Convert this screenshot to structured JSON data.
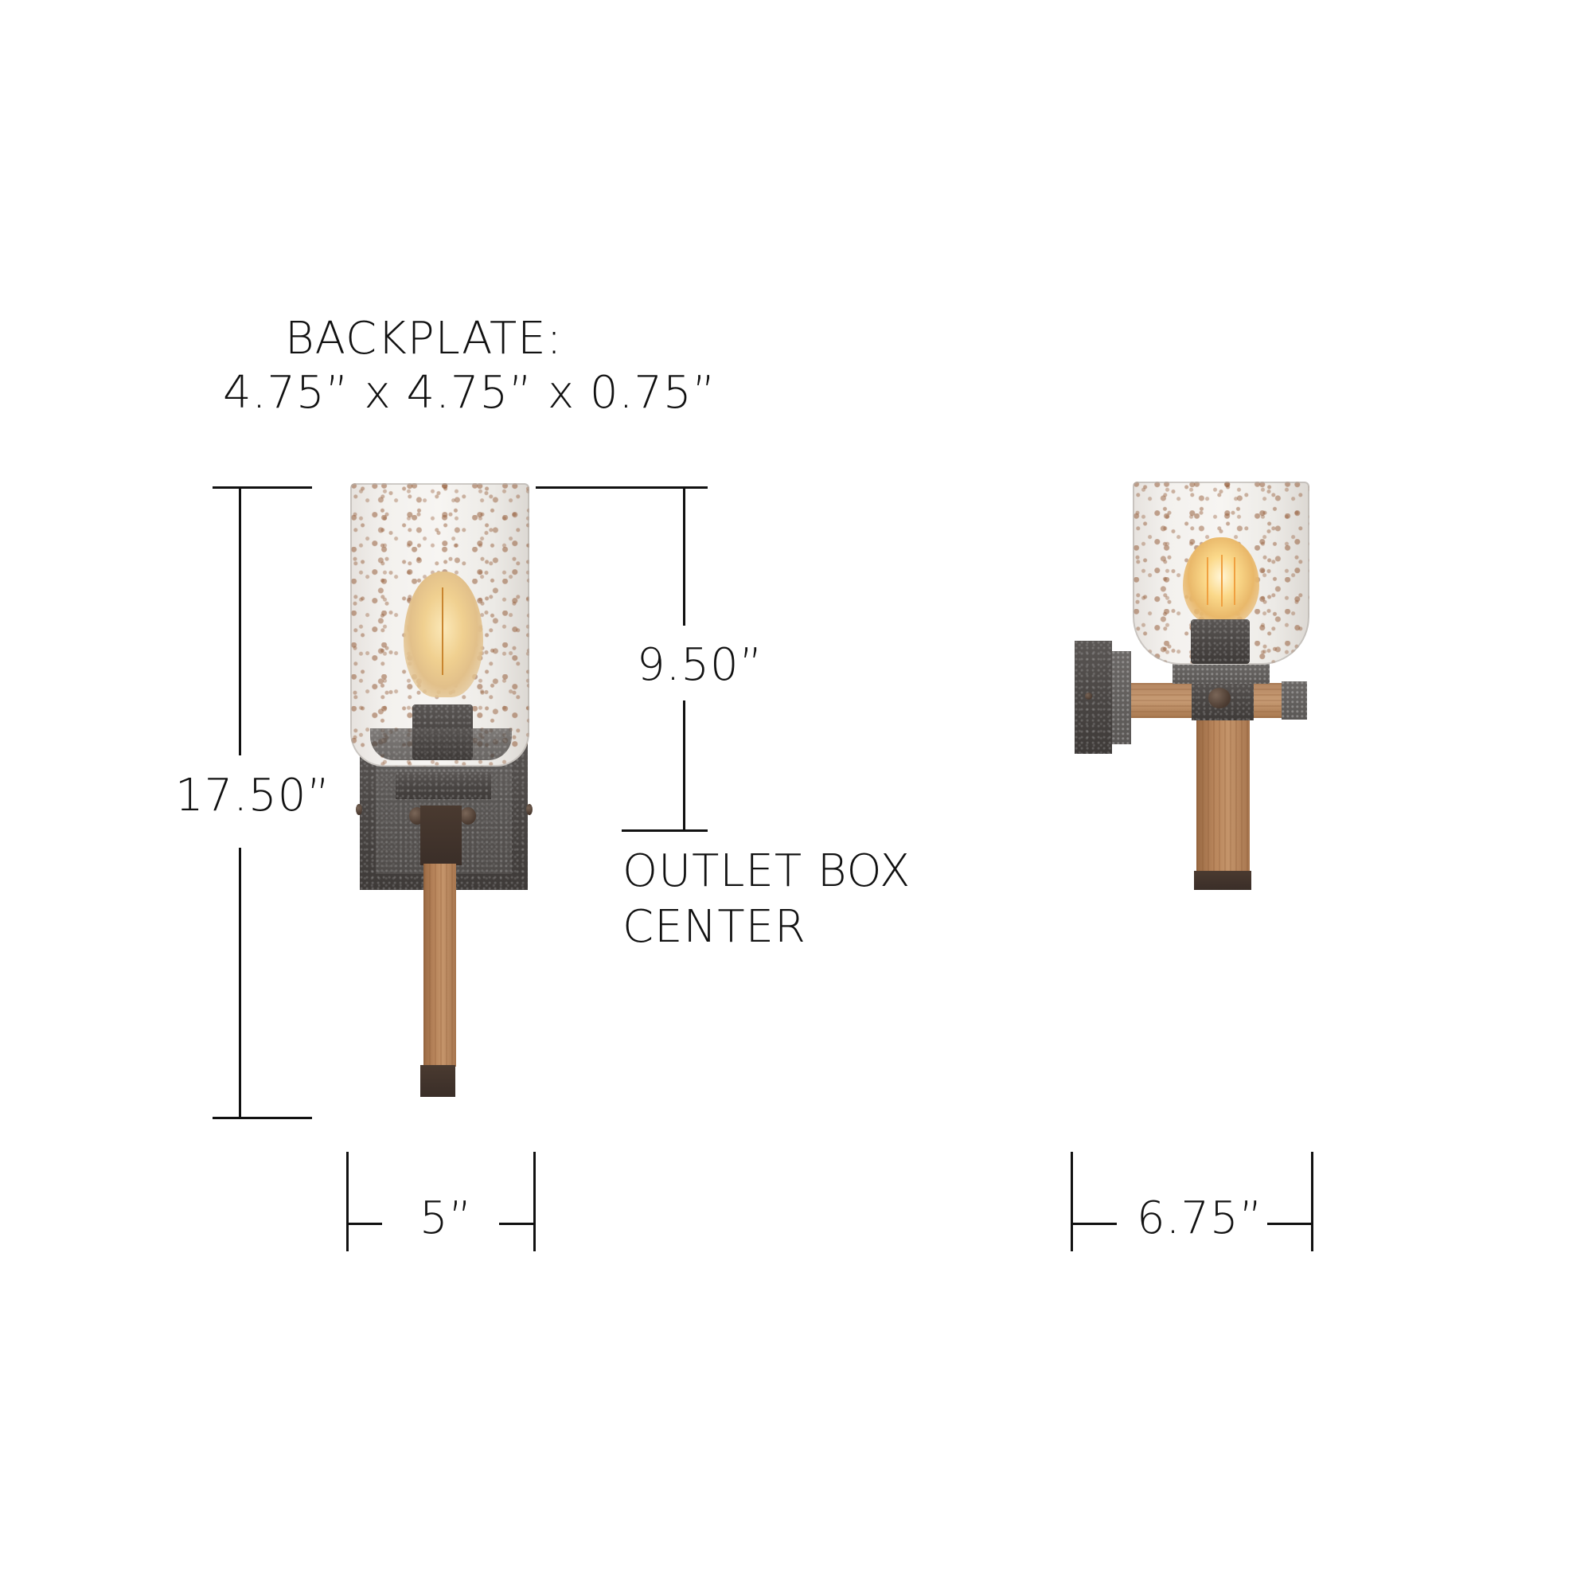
{
  "backplate": {
    "label": "BACKPLATE:",
    "dimensions": "4.75” x 4.75” x 0.75”"
  },
  "dimensions": {
    "overall_height": "17.50”",
    "outlet_to_top": "9.50”",
    "outlet_label_line1": "OUTLET BOX",
    "outlet_label_line2": "CENTER",
    "width": "5”",
    "extension": "6.75”"
  },
  "views": [
    {
      "name": "front-view",
      "description": "Wall sconce front view with seeded glass shade, Edison bulb, metal backplate and wood stem"
    },
    {
      "name": "side-view",
      "description": "Wall sconce side view with seeded glass shade, lit Edison bulb, wood arm and metal backplate"
    }
  ],
  "colors": {
    "line": "#111111",
    "background": "#ffffff",
    "metal": "#4a4644",
    "wood": "#b9865c",
    "glass": "#f3f1ee"
  }
}
